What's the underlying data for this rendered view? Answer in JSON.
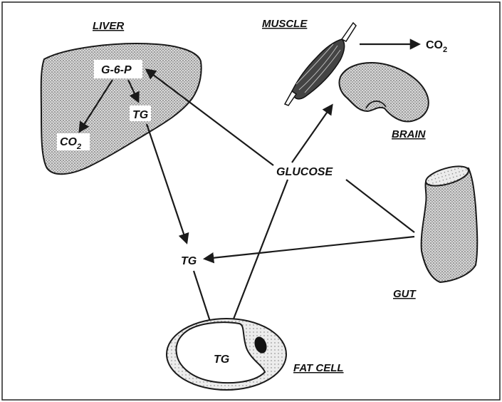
{
  "organs": {
    "liver": "LIVER",
    "muscle": "MUSCLE",
    "brain": "BRAIN",
    "gut": "GUT",
    "fat_cell": "FAT CELL"
  },
  "metabolites": {
    "g6p": "G-6-P",
    "tg_liver": "TG",
    "co2_liver": "CO",
    "co2_liver_sub": "2",
    "co2_muscle": "CO",
    "co2_muscle_sub": "2",
    "glucose": "GLUCOSE",
    "tg_blood": "TG",
    "tg_fat": "TG"
  },
  "colors": {
    "ink": "#1a1a1a",
    "stipple": "#9a9a9a",
    "paper": "#ffffff"
  }
}
